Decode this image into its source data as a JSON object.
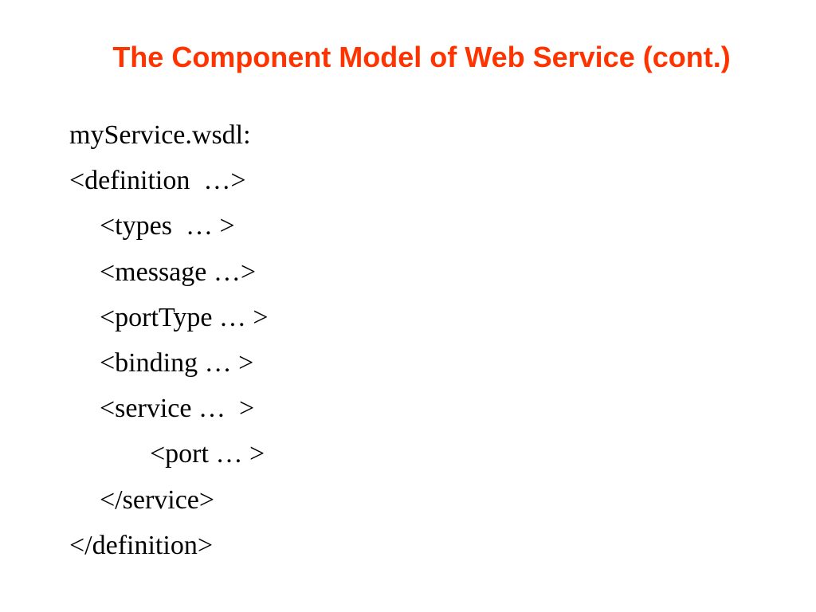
{
  "slide": {
    "title": "The Component Model of Web Service (cont.)",
    "title_color": "#ff3300",
    "lines": [
      "myService.wsdl:",
      "<definition  …>",
      "<types  … >",
      "<message …>",
      "<portType … >",
      "<binding … >",
      "<service …  >",
      "<port … >",
      "</service>",
      "</definition>"
    ]
  }
}
